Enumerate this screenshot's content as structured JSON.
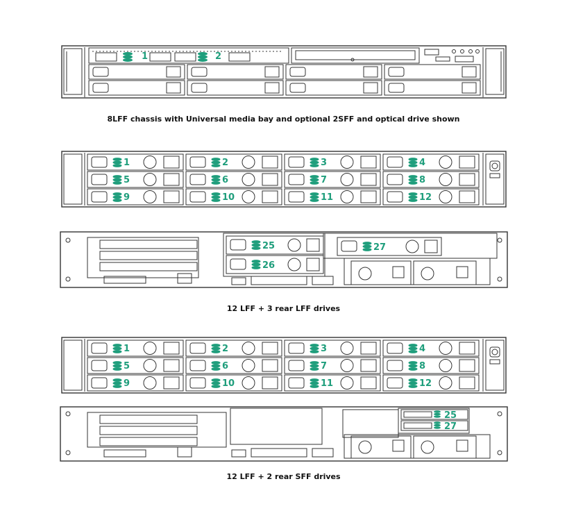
{
  "captions": {
    "chassis_8lff": "8LFF chassis with Universal media bay and optional 2SFF and optical drive shown",
    "rear_3lff": "12 LFF + 3 rear LFF drives",
    "rear_2sff": "12 LFF + 2 rear SFF drives"
  },
  "colors": {
    "bay_number": "#1f9e7c",
    "line": "#333333"
  },
  "icons": {
    "drive": "drive-stack-icon",
    "power": "power-button-icon"
  },
  "chassis_8lff": {
    "bays": [
      "1",
      "2"
    ]
  },
  "front_12lff_a": {
    "bays": [
      "1",
      "2",
      "3",
      "4",
      "5",
      "6",
      "7",
      "8",
      "9",
      "10",
      "11",
      "12"
    ]
  },
  "rear_3lff": {
    "bays": [
      "25",
      "26",
      "27"
    ]
  },
  "front_12lff_b": {
    "bays": [
      "1",
      "2",
      "3",
      "4",
      "5",
      "6",
      "7",
      "8",
      "9",
      "10",
      "11",
      "12"
    ]
  },
  "rear_2sff": {
    "bays": [
      "25",
      "27"
    ]
  }
}
